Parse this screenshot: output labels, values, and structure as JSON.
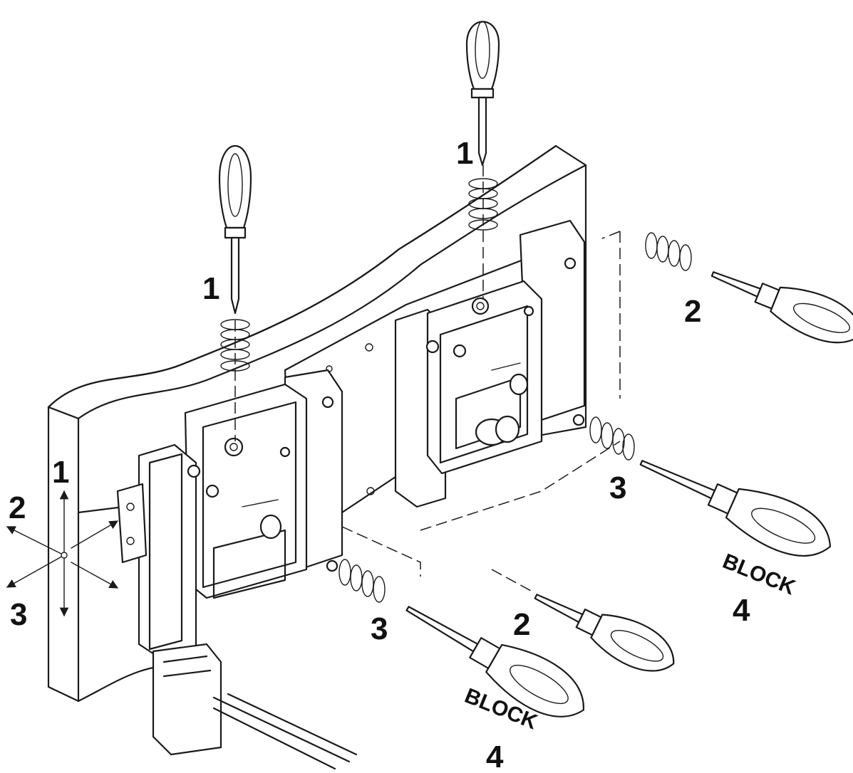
{
  "labels": {
    "step1": "1",
    "step2": "2",
    "step3": "3",
    "step4": "4",
    "block": "BLOCK"
  },
  "icons": {
    "screwdriver": "screwdriver-icon",
    "rotation": "rotation-arrow-icon",
    "adjust_axes": "adjustment-axes-icon"
  }
}
